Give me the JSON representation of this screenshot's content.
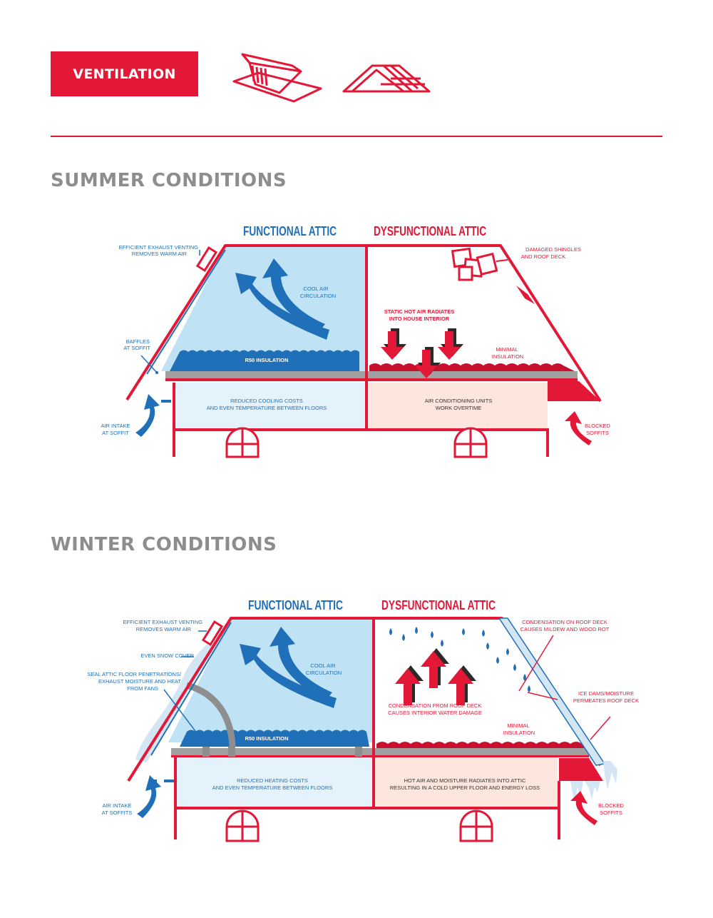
{
  "header": {
    "badge_label": "VENTILATION",
    "icons": [
      "roof-vent-icon",
      "shingle-roof-icon"
    ]
  },
  "colors": {
    "red": "#e31837",
    "blue": "#1f70b8",
    "light_blue": "#bfe3f5",
    "pale_blue": "#e4f3fb",
    "pale_pink": "#fce6de",
    "gray_title": "#8d8d8d"
  },
  "summer": {
    "title": "SUMMER CONDITIONS",
    "functional_title": "FUNCTIONAL ATTIC",
    "dysfunctional_title": "DYSFUNCTIONAL ATTIC",
    "exhaust_label": [
      "EFFICIENT EXHAUST VENTING",
      "REMOVES WARM AIR"
    ],
    "baffles_label": [
      "BAFFLES",
      "AT SOFFIT"
    ],
    "intake_label": [
      "AIR INTAKE",
      "AT SOFFIT"
    ],
    "cool_air_label": [
      "COOL AIR",
      "CIRCULATION"
    ],
    "insulation_label": "R50 INSULATION",
    "floor_left_label": [
      "REDUCED COOLING COSTS",
      "AND EVEN TEMPERATURE BETWEEN FLOORS"
    ],
    "damaged_label": [
      "DAMAGED SHINGLES",
      "AND ROOF DECK"
    ],
    "static_label": [
      "STATIC HOT AIR RADIATES",
      "INTO HOUSE INTERIOR"
    ],
    "minimal_label": [
      "MINIMAL",
      "INSULATION"
    ],
    "floor_right_label": [
      "AIR CONDITIONING UNITS",
      "WORK OVERTIME"
    ],
    "blocked_label": [
      "BLOCKED",
      "SOFFITS"
    ]
  },
  "winter": {
    "title": "WINTER CONDITIONS",
    "functional_title": "FUNCTIONAL ATTIC",
    "dysfunctional_title": "DYSFUNCTIONAL ATTIC",
    "exhaust_label": [
      "EFFICIENT EXHAUST VENTING",
      "REMOVES WARM AIR"
    ],
    "snow_label": "EVEN SNOW COVER",
    "seal_label": [
      "SEAL ATTIC FLOOR PENETRATIONS/",
      "EXHAUST MOISTURE AND HEAT",
      "FROM FANS"
    ],
    "intake_label": [
      "AIR INTAKE",
      "AT SOFFITS"
    ],
    "cool_air_label": [
      "COOL AIR",
      "CIRCULATION"
    ],
    "insulation_label": "R50 INSULATION",
    "floor_left_label": [
      "REDUCED HEATING COSTS",
      "AND EVEN TEMPERATURE BETWEEN FLOORS"
    ],
    "condensation_deck_label": [
      "CONDENSATION ON ROOF DECK",
      "CAUSES MILDEW AND WOOD ROT"
    ],
    "condensation_interior_label": [
      "CONDENSATION FROM ROOF DECK",
      "CAUSES INTERIOR WATER DAMAGE"
    ],
    "ice_label": [
      "ICE DAMS/MOISTURE",
      "PERMEATES ROOF DECK"
    ],
    "minimal_label": [
      "MINIMAL",
      "INSULATION"
    ],
    "floor_right_label": [
      "HOT AIR AND MOISTURE RADIATES INTO ATTIC",
      "RESULTING IN A COLD UPPER FLOOR AND ENERGY LOSS"
    ],
    "blocked_label": [
      "BLOCKED",
      "SOFFITS"
    ]
  }
}
